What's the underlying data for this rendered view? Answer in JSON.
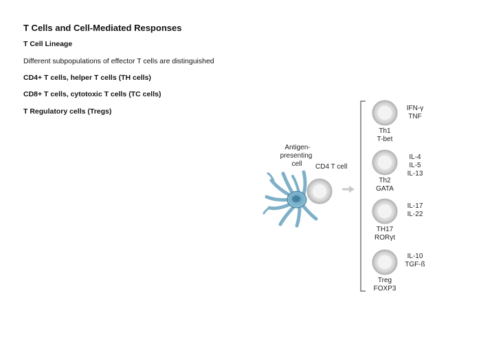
{
  "slide": {
    "title": "T Cells and Cell-Mediated Responses",
    "lines": [
      "T Cell Lineage",
      "Different subpopulations of effector T cells are distinguished",
      "CD4+ T cells, helper T cells (TH cells)",
      "CD8+ T cells, cytotoxic T cells (TC cells)",
      "T Regulatory cells (Tregs)"
    ]
  },
  "diagram": {
    "apc_label": [
      "Antigen-",
      "presenting",
      "cell"
    ],
    "cd4_label": "CD4 T cell",
    "subsets": [
      {
        "name": "Th1",
        "factor": "T-bet",
        "cytokines": [
          "IFN-γ",
          "TNF"
        ]
      },
      {
        "name": "Th2",
        "factor": "GATA",
        "cytokines": [
          "IL-4",
          "IL-5",
          "IL-13"
        ]
      },
      {
        "name": "TH17",
        "factor": "RORγt",
        "cytokines": [
          "IL-17",
          "IL-22"
        ]
      },
      {
        "name": "Treg",
        "factor": "FOXP3",
        "cytokines": [
          "IL-10",
          "TGF-ß"
        ]
      }
    ],
    "colors": {
      "apc": "#7fb0c8",
      "apc_dark": "#3e7c9b",
      "cell_rim": "#c8c8c8",
      "cell_core": "#f2f2f2",
      "arrow": "#c9c9c9"
    }
  }
}
